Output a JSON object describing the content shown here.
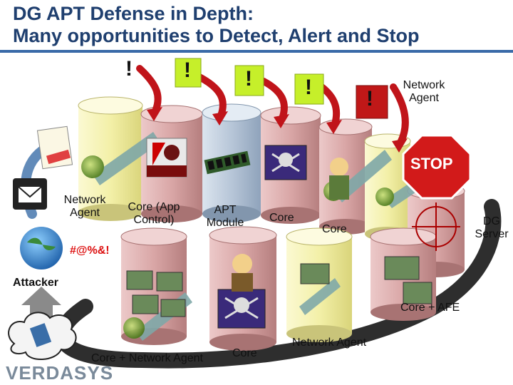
{
  "title": {
    "line1": "DG APT Defense in Depth:",
    "line2": "Many opportunities to Detect, Alert and Stop"
  },
  "alert_mark": "!",
  "stop_sign": "STOP",
  "labels": {
    "network_agent_top": "Network Agent",
    "network_agent_left": "Network Agent",
    "core_app_control": "Core (App Control)",
    "apt_module": "APT Module",
    "core_1": "Core",
    "core_2": "Core",
    "dg_server": "DG Server",
    "curse": "#@%&!",
    "attacker": "Attacker",
    "core_afe": "Core + AFE",
    "network_agent_bottom": "Network Agent",
    "core_bottom": "Core",
    "core_network_agent": "Core + Network Agent"
  },
  "icons": [
    "envelope-icon",
    "globe-icon",
    "cloud-icon",
    "fake-document-icon",
    "memory-chip-icon",
    "skull-icon",
    "crosshair-icon",
    "stop-sign-icon",
    "adobe-icon"
  ],
  "logo_text": "VERDASYS",
  "colors": {
    "title": "#1f3f6f",
    "cylinder_yellow": "#f3f0a8",
    "cylinder_pink": "#d9a6a6",
    "cylinder_blue": "#b7c6d8",
    "arrow_red": "#c0141a",
    "path_dark": "#1c1c1c",
    "stop_red": "#d21a1a"
  }
}
